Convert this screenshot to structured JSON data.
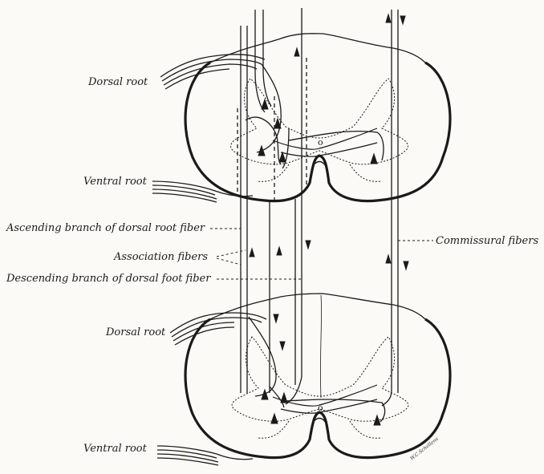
{
  "labels": {
    "dorsal_root_top": "Dorsal root",
    "ventral_root_top": "Ventral root",
    "ascending_branch": "Ascending branch of dorsal root fiber",
    "association_fibers": "Association fibers",
    "descending_branch": "Descending branch of dorsal foot fiber",
    "commissural_fibers": "Commissural fibers",
    "dorsal_root_bottom": "Dorsal root",
    "ventral_root_bottom": "Ventral root"
  },
  "central_canal_mark": "o",
  "artist_signature": "W.C.Schellens"
}
